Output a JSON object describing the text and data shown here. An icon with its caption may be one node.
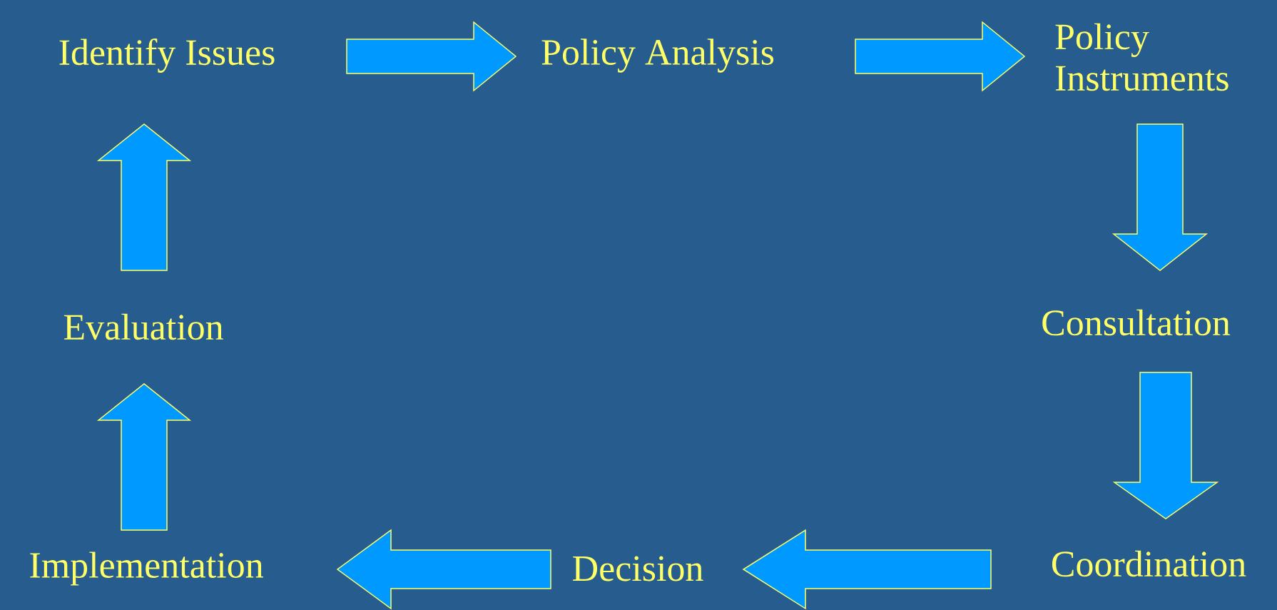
{
  "diagram": {
    "nodes": [
      {
        "text": [
          "Identify Issues"
        ]
      },
      {
        "text": [
          "Policy Analysis"
        ]
      },
      {
        "text": [
          "Policy Instruments"
        ]
      },
      {
        "text": [
          "Consultation"
        ]
      },
      {
        "text": [
          "Coordination"
        ]
      },
      {
        "text": [
          "Decision"
        ]
      },
      {
        "text": [
          "Implementation"
        ]
      },
      {
        "text": [
          "Evaluation"
        ]
      }
    ],
    "edges": [
      {
        "from": 0,
        "to": 1,
        "arrow": "to"
      },
      {
        "from": 1,
        "to": 2,
        "arrow": "to"
      },
      {
        "from": 2,
        "to": 3,
        "arrow": "to"
      },
      {
        "from": 3,
        "to": 4,
        "arrow": "to"
      },
      {
        "from": 4,
        "to": 5,
        "arrow": "to"
      },
      {
        "from": 5,
        "to": 6,
        "arrow": "to"
      },
      {
        "from": 6,
        "to": 7,
        "arrow": "to"
      },
      {
        "from": 7,
        "to": 0,
        "arrow": "to"
      }
    ]
  }
}
